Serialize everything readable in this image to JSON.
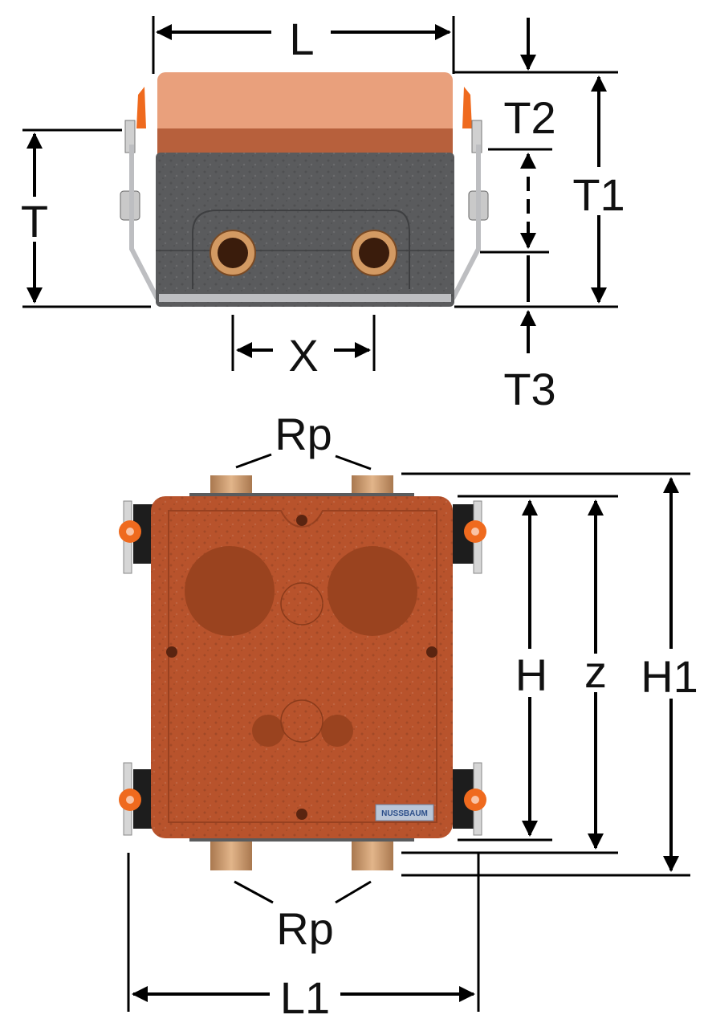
{
  "labels": {
    "L": "L",
    "T": "T",
    "T1": "T1",
    "T2": "T2",
    "T3": "T3",
    "X": "X",
    "Rp_top": "Rp",
    "Rp_bottom": "Rp",
    "H": "H",
    "z": "z",
    "H1": "H1",
    "L1": "L1",
    "brand": "NUSSBAUM"
  },
  "colors": {
    "cover_light": "#e9a07c",
    "cover_dark": "#b7603c",
    "insulation": "#5a5b5d",
    "box_body": "#b8532c",
    "fitting_brass": "#c89868",
    "valve_orange": "#ef6a1e",
    "bracket_steel": "#c8c9cc"
  }
}
